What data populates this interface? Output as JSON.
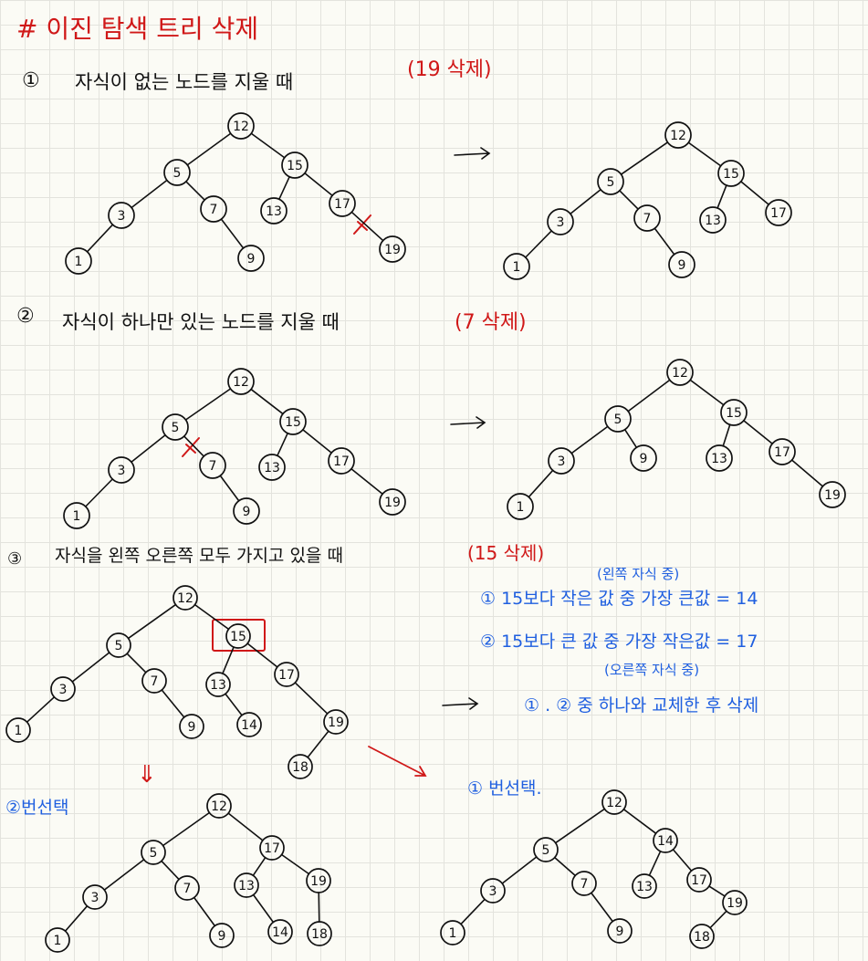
{
  "title": "# 이진 탐색 트리 삭제",
  "case1": {
    "num": "①",
    "text": "자식이 없는 노드를 지울 때",
    "note": "(19 삭제)",
    "before": {
      "nodes": [
        {
          "id": "n12",
          "label": "12"
        },
        {
          "id": "n5",
          "label": "5"
        },
        {
          "id": "n15",
          "label": "15"
        },
        {
          "id": "n3",
          "label": "3"
        },
        {
          "id": "n7",
          "label": "7"
        },
        {
          "id": "n13",
          "label": "13"
        },
        {
          "id": "n17",
          "label": "17"
        },
        {
          "id": "n1",
          "label": "1"
        },
        {
          "id": "n9",
          "label": "9"
        },
        {
          "id": "n19",
          "label": "19"
        }
      ],
      "edges": [
        [
          "n12",
          "n5"
        ],
        [
          "n12",
          "n15"
        ],
        [
          "n5",
          "n3"
        ],
        [
          "n5",
          "n7"
        ],
        [
          "n15",
          "n13"
        ],
        [
          "n15",
          "n17"
        ],
        [
          "n3",
          "n1"
        ],
        [
          "n7",
          "n9"
        ],
        [
          "n17",
          "n19"
        ]
      ]
    },
    "after": {
      "nodes": [
        {
          "id": "n12",
          "label": "12"
        },
        {
          "id": "n5",
          "label": "5"
        },
        {
          "id": "n15",
          "label": "15"
        },
        {
          "id": "n3",
          "label": "3"
        },
        {
          "id": "n7",
          "label": "7"
        },
        {
          "id": "n13",
          "label": "13"
        },
        {
          "id": "n17",
          "label": "17"
        },
        {
          "id": "n1",
          "label": "1"
        },
        {
          "id": "n9",
          "label": "9"
        }
      ],
      "edges": [
        [
          "n12",
          "n5"
        ],
        [
          "n12",
          "n15"
        ],
        [
          "n5",
          "n3"
        ],
        [
          "n5",
          "n7"
        ],
        [
          "n15",
          "n13"
        ],
        [
          "n15",
          "n17"
        ],
        [
          "n3",
          "n1"
        ],
        [
          "n7",
          "n9"
        ]
      ]
    }
  },
  "case2": {
    "num": "②",
    "text": "자식이 하나만 있는 노드를 지울 때",
    "note": "(7 삭제)",
    "before": {
      "nodes": [
        {
          "id": "n12",
          "label": "12"
        },
        {
          "id": "n5",
          "label": "5"
        },
        {
          "id": "n15",
          "label": "15"
        },
        {
          "id": "n3",
          "label": "3"
        },
        {
          "id": "n7",
          "label": "7"
        },
        {
          "id": "n13",
          "label": "13"
        },
        {
          "id": "n17",
          "label": "17"
        },
        {
          "id": "n1",
          "label": "1"
        },
        {
          "id": "n9",
          "label": "9"
        },
        {
          "id": "n19",
          "label": "19"
        }
      ],
      "edges": [
        [
          "n12",
          "n5"
        ],
        [
          "n12",
          "n15"
        ],
        [
          "n5",
          "n3"
        ],
        [
          "n5",
          "n7"
        ],
        [
          "n15",
          "n13"
        ],
        [
          "n15",
          "n17"
        ],
        [
          "n3",
          "n1"
        ],
        [
          "n7",
          "n9"
        ],
        [
          "n17",
          "n19"
        ]
      ]
    },
    "after": {
      "nodes": [
        {
          "id": "n12",
          "label": "12"
        },
        {
          "id": "n5",
          "label": "5"
        },
        {
          "id": "n15",
          "label": "15"
        },
        {
          "id": "n3",
          "label": "3"
        },
        {
          "id": "n9",
          "label": "9"
        },
        {
          "id": "n13",
          "label": "13"
        },
        {
          "id": "n17",
          "label": "17"
        },
        {
          "id": "n1",
          "label": "1"
        },
        {
          "id": "n19",
          "label": "19"
        }
      ],
      "edges": [
        [
          "n12",
          "n5"
        ],
        [
          "n12",
          "n15"
        ],
        [
          "n5",
          "n3"
        ],
        [
          "n5",
          "n9"
        ],
        [
          "n15",
          "n13"
        ],
        [
          "n15",
          "n17"
        ],
        [
          "n3",
          "n1"
        ],
        [
          "n17",
          "n19"
        ]
      ]
    }
  },
  "case3": {
    "num": "③",
    "text": "자식을 왼쪽 오른쪽 모두 가지고 있을 때",
    "note": "(15 삭제)",
    "note_left_sub": "(왼쪽 자식 중)",
    "rule1": "① 15보다 작은 값 중 가장 큰값 = 14",
    "rule2": "② 15보다 큰 값 중 가장 작은값 = 17",
    "note_right_sub": "(오른쪽 자식 중)",
    "rule3": "① . ② 중 하나와 교체한 후 삭제",
    "option2_label": "②번선택",
    "option1_label": "① 번선택.",
    "down_arrow": "⇓",
    "before": {
      "nodes": [
        {
          "id": "n12",
          "label": "12"
        },
        {
          "id": "n5",
          "label": "5"
        },
        {
          "id": "n15",
          "label": "15"
        },
        {
          "id": "n3",
          "label": "3"
        },
        {
          "id": "n7",
          "label": "7"
        },
        {
          "id": "n13",
          "label": "13"
        },
        {
          "id": "n17",
          "label": "17"
        },
        {
          "id": "n1",
          "label": "1"
        },
        {
          "id": "n9",
          "label": "9"
        },
        {
          "id": "n14",
          "label": "14"
        },
        {
          "id": "n19",
          "label": "19"
        },
        {
          "id": "n18",
          "label": "18"
        }
      ],
      "edges": [
        [
          "n12",
          "n5"
        ],
        [
          "n12",
          "n15"
        ],
        [
          "n5",
          "n3"
        ],
        [
          "n5",
          "n7"
        ],
        [
          "n15",
          "n13"
        ],
        [
          "n15",
          "n17"
        ],
        [
          "n3",
          "n1"
        ],
        [
          "n7",
          "n9"
        ],
        [
          "n13",
          "n14"
        ],
        [
          "n17",
          "n19"
        ],
        [
          "n19",
          "n18"
        ]
      ]
    },
    "after_option2": {
      "nodes": [
        {
          "id": "n12",
          "label": "12"
        },
        {
          "id": "n5",
          "label": "5"
        },
        {
          "id": "n17",
          "label": "17"
        },
        {
          "id": "n3",
          "label": "3"
        },
        {
          "id": "n7",
          "label": "7"
        },
        {
          "id": "n13",
          "label": "13"
        },
        {
          "id": "n19",
          "label": "19"
        },
        {
          "id": "n1",
          "label": "1"
        },
        {
          "id": "n9",
          "label": "9"
        },
        {
          "id": "n14",
          "label": "14"
        },
        {
          "id": "n18",
          "label": "18"
        }
      ],
      "edges": [
        [
          "n12",
          "n5"
        ],
        [
          "n12",
          "n17"
        ],
        [
          "n5",
          "n3"
        ],
        [
          "n5",
          "n7"
        ],
        [
          "n17",
          "n13"
        ],
        [
          "n17",
          "n19"
        ],
        [
          "n3",
          "n1"
        ],
        [
          "n7",
          "n9"
        ],
        [
          "n13",
          "n14"
        ],
        [
          "n19",
          "n18"
        ]
      ]
    },
    "after_option1": {
      "nodes": [
        {
          "id": "n12",
          "label": "12"
        },
        {
          "id": "n5",
          "label": "5"
        },
        {
          "id": "n14",
          "label": "14"
        },
        {
          "id": "n3",
          "label": "3"
        },
        {
          "id": "n7",
          "label": "7"
        },
        {
          "id": "n13",
          "label": "13"
        },
        {
          "id": "n17",
          "label": "17"
        },
        {
          "id": "n1",
          "label": "1"
        },
        {
          "id": "n9",
          "label": "9"
        },
        {
          "id": "n19",
          "label": "19"
        },
        {
          "id": "n18",
          "label": "18"
        }
      ],
      "edges": [
        [
          "n12",
          "n5"
        ],
        [
          "n12",
          "n14"
        ],
        [
          "n5",
          "n3"
        ],
        [
          "n5",
          "n7"
        ],
        [
          "n14",
          "n13"
        ],
        [
          "n14",
          "n17"
        ],
        [
          "n3",
          "n1"
        ],
        [
          "n7",
          "n9"
        ],
        [
          "n17",
          "n19"
        ],
        [
          "n19",
          "n18"
        ]
      ]
    }
  }
}
